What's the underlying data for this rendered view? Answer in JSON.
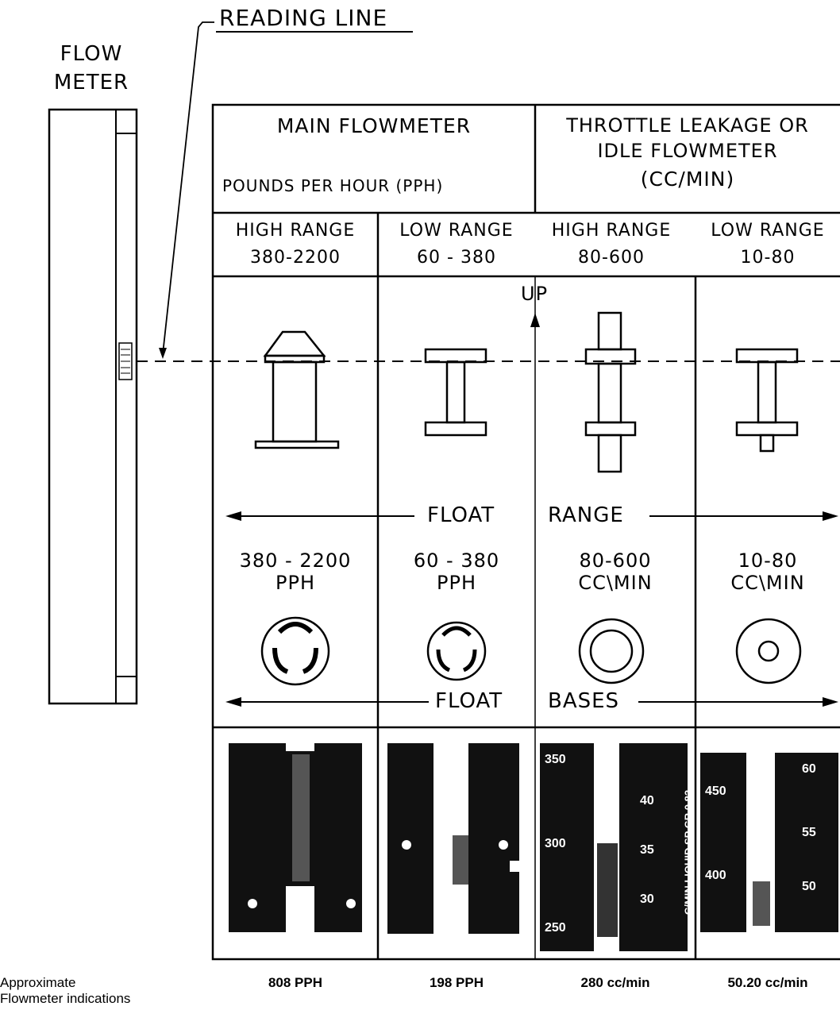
{
  "labels": {
    "reading_line": "READING LINE",
    "flow_meter_line1": "FLOW",
    "flow_meter_line2": "METER",
    "up": "UP"
  },
  "header": {
    "main": {
      "title": "MAIN FLOWMETER",
      "subtitle": "POUNDS PER HOUR (PPH)"
    },
    "throttle": {
      "line1": "THROTTLE LEAKAGE OR",
      "line2": "IDLE FLOWMETER",
      "line3": "(CC/MIN)"
    }
  },
  "ranges": [
    {
      "name": "HIGH RANGE",
      "span": "380-2200"
    },
    {
      "name": "LOW RANGE",
      "span": "60 - 380"
    },
    {
      "name": "HIGH RANGE",
      "span": "80-600"
    },
    {
      "name": "LOW RANGE",
      "span": "10-80"
    }
  ],
  "float_range_row": {
    "left": "FLOAT",
    "right": "RANGE"
  },
  "float_bases_row": {
    "left": "FLOAT",
    "right": "BASES"
  },
  "bases": [
    {
      "value": "380 - 2200",
      "unit": "PPH"
    },
    {
      "value": "60 - 380",
      "unit": "PPH"
    },
    {
      "value": "80-600",
      "unit": "CC\\MIN"
    },
    {
      "value": "10-80",
      "unit": "CC\\MIN"
    }
  ],
  "meters": {
    "m3": {
      "ticks_left": [
        "350",
        "300",
        "250"
      ],
      "ticks_right": [
        "40",
        "35",
        "30"
      ],
      "side": "C/MIN LIQUID SP GR 0.82"
    },
    "m4": {
      "ticks_left": [
        "450",
        "400"
      ],
      "ticks_right": [
        "60",
        "55",
        "50"
      ]
    }
  },
  "indications": {
    "caption_line1": "Approximate",
    "caption_line2": "Flowmeter indications",
    "values": [
      "808 PPH",
      "198 PPH",
      "280 cc/min",
      "50.20 cc/min"
    ]
  }
}
